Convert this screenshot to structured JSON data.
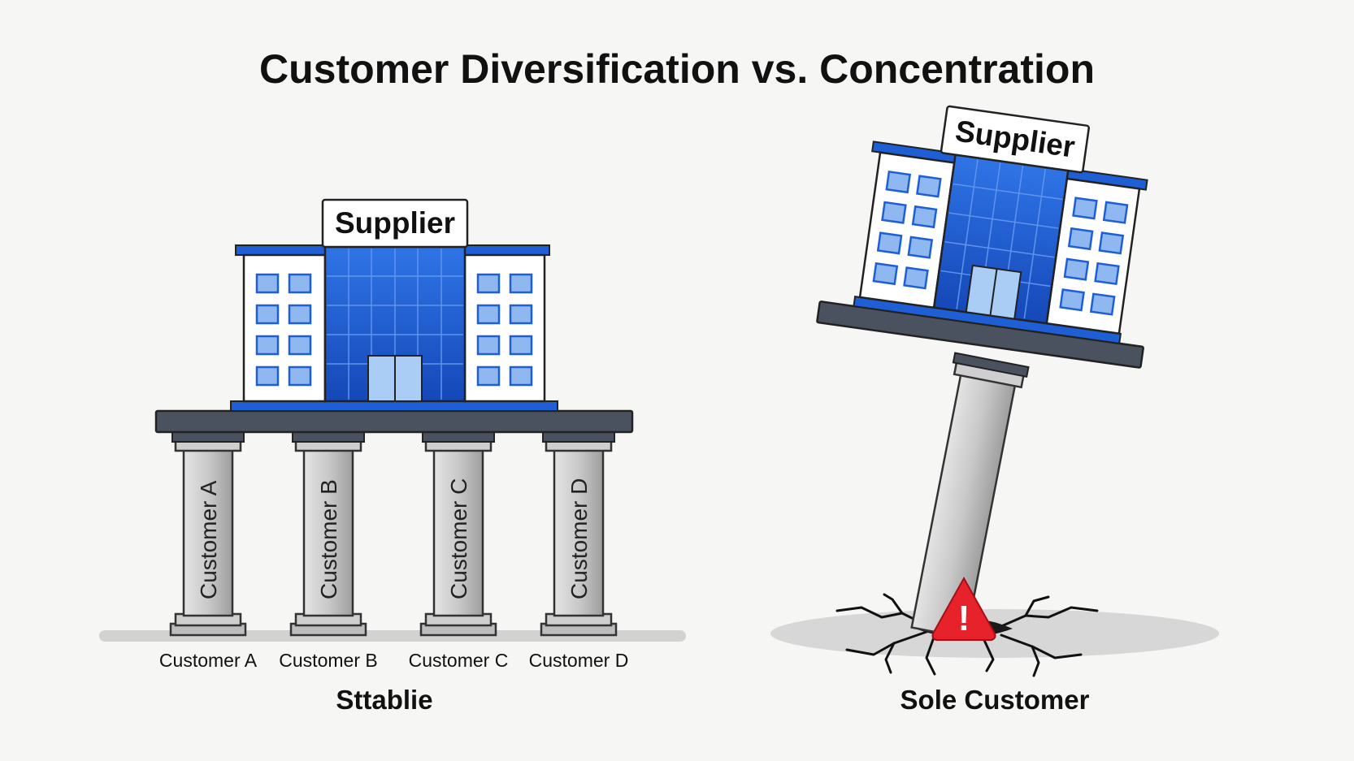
{
  "title": "Customer Diversification vs. Concentration",
  "left": {
    "sign": "Supplier",
    "pillars": [
      "Customer A",
      "Customer B",
      "Customer C",
      "Customer D"
    ],
    "labels": [
      "Customer A",
      "Customer B",
      "Customer C",
      "Customer D"
    ],
    "caption": "Sttablie"
  },
  "right": {
    "sign": "Supplier",
    "caption": "Sole Customer",
    "warning": "!"
  },
  "colors": {
    "blue": "#1f5fd6",
    "light_blue": "#8fb8f0",
    "pillar": "#cfcfcf",
    "slab": "#4a5260",
    "warning": "#e8222a"
  }
}
